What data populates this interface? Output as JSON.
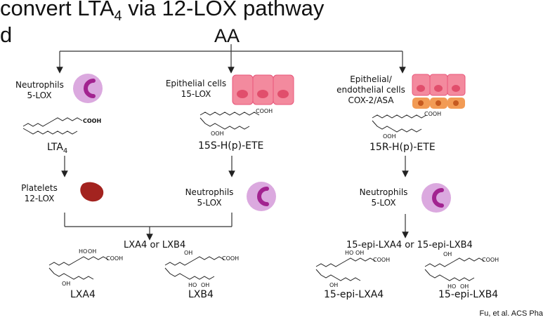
{
  "title": {
    "line1": "convert LTA",
    "line1_sub": "4",
    "line1_rest": " via 12-LOX pathway",
    "line2": "d"
  },
  "top_node": "AA",
  "branches": {
    "left": {
      "cell_line1": "Neutrophils",
      "cell_line2": "5-LOX",
      "product": "LTA",
      "product_sub": "4",
      "second_line1": "Platelets",
      "second_line2": "12-LOX"
    },
    "middle": {
      "cell_line1": "Epithelial cells",
      "cell_line2": "15-LOX",
      "product": "15S-H(p)-ETE",
      "second_line1": "Neutrophils",
      "second_line2": "5-LOX"
    },
    "right": {
      "cell_line1": "Epithelial/",
      "cell_line2": "endothelial cells",
      "cell_line3": "COX-2/ASA",
      "product": "15R-H(p)-ETE",
      "second_line1": "Neutrophils",
      "second_line2": "5-LOX"
    }
  },
  "outputs": {
    "left_mid": "LXA4 or LXB4",
    "right_mid": "15-epi-LXA4 or 15-epi-LXB4",
    "final": [
      "LXA4",
      "LXB4",
      "15-epi-LXA4",
      "15-epi-LXB4"
    ]
  },
  "chem_labels": {
    "cooh": "COOH",
    "ooh": "OOH",
    "oh": "OH",
    "ho": "HO"
  },
  "citation": "Fu, et al. ACS Pha",
  "colors": {
    "neutrophil": "#d9a8de",
    "neutrophil_nucleus": "#a3238f",
    "epithelial": "#f07f96",
    "epithelial_nucleus": "#e04d6a",
    "endothelial": "#f29b55",
    "endothelial_nucleus": "#c65a20",
    "platelet": "#a3231f"
  }
}
